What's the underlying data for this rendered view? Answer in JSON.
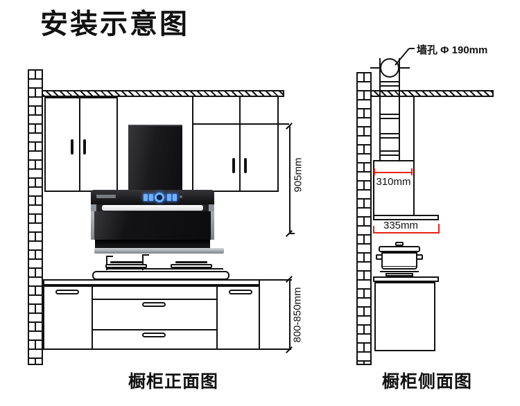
{
  "title": "安装示意图",
  "front_view": {
    "caption": "橱柜正面图",
    "height_to_ceiling": "905mm",
    "counter_height": "800-850mm"
  },
  "side_view": {
    "caption": "橱柜侧面图",
    "wall_hole": "墙孔 Φ 190mm",
    "hood_top_depth": "310mm",
    "hood_bottom_depth": "335mm"
  },
  "colors": {
    "line": "#111111",
    "dimension_red": "#e8220e",
    "led_blue": "#6cb2ff",
    "plate_silver": "#9fa5ab"
  }
}
